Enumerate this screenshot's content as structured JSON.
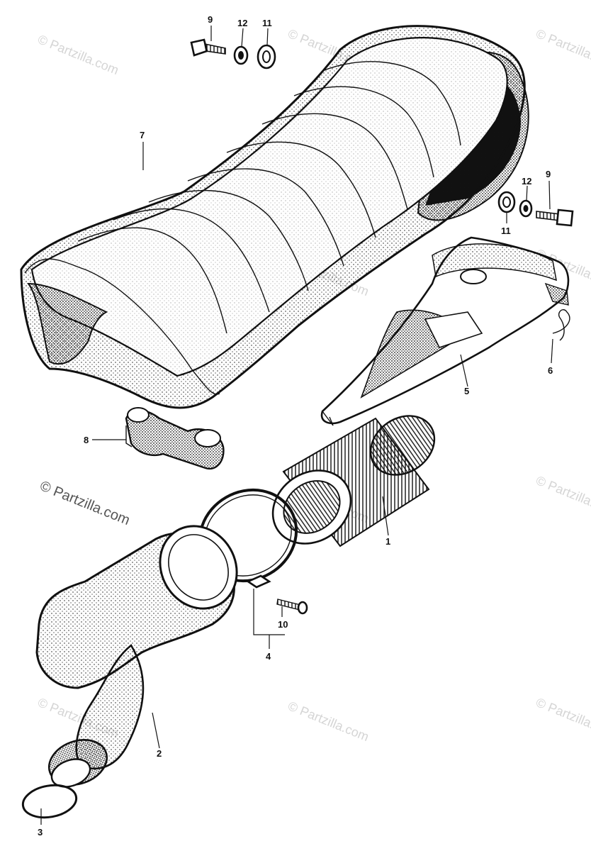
{
  "watermarks": {
    "light": "© Partzilla.com",
    "strong": "© Partzilla.com"
  },
  "callouts": {
    "c1": "1",
    "c2": "2",
    "c3": "3",
    "c4": "4",
    "c5": "5",
    "c6": "6",
    "c7": "7",
    "c8": "8",
    "c9_top": "9",
    "c9_right": "9",
    "c10": "10",
    "c11_top": "11",
    "c11_right": "11",
    "c12_top": "12",
    "c12_right": "12"
  },
  "colors": {
    "ink": "#111111",
    "paper": "#ffffff",
    "watermark": "#c8c8c8"
  }
}
